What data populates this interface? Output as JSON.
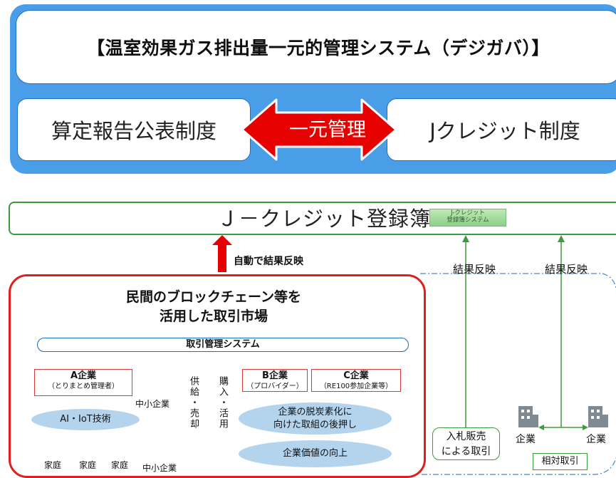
{
  "top": {
    "title": "【温室効果ガス排出量一元的管理システム（デジガバ）】",
    "left_box": "算定報告公表制度",
    "arrow_label": "一元管理",
    "right_box": "Jクレジット制度"
  },
  "registry": {
    "title": "Ｊ－クレジット登録簿",
    "system_label_line1": "J-クレジット",
    "system_label_line2": "登録簿システム"
  },
  "labels": {
    "auto_reflect": "自動で結果反映",
    "result_reflect_1": "結果反映",
    "result_reflect_2": "結果反映"
  },
  "market": {
    "title_line1": "民間のブロックチェーン等を",
    "title_line2": "活用した取引市場",
    "mgmt_system": "取引管理システム",
    "corp_a_name": "A企業",
    "corp_a_sub": "（とりまとめ管理者）",
    "corp_b_name": "B企業",
    "corp_b_sub": "（プロバイダー）",
    "corp_c_name": "C企業",
    "corp_c_sub": "（RE100参加企業等）",
    "sme_1": "中小企業",
    "sme_2": "中小企業",
    "ai_iot": "AI・IoT技術",
    "home_1": "家庭",
    "home_2": "家庭",
    "home_3": "家庭",
    "supply": "供給・売却",
    "purchase": "購入・活用",
    "goal_1_line1": "企業の脱炭素化に",
    "goal_1_line2": "向けた取組の後押し",
    "goal_2": "企業価値の向上"
  },
  "right": {
    "bid_line1": "入札販売",
    "bid_line2": "による取引",
    "company_1": "企業",
    "company_2": "企業",
    "relative_trade": "相対取引"
  },
  "colors": {
    "top_bg": "#4a9ee8",
    "top_border": "#1e6fc6",
    "arrow_red": "#e60000",
    "green": "#3e9a3e",
    "market_red": "#e01e1e",
    "ellipse_blue": "#b4d4ee",
    "building_gray": "#8c969e"
  }
}
